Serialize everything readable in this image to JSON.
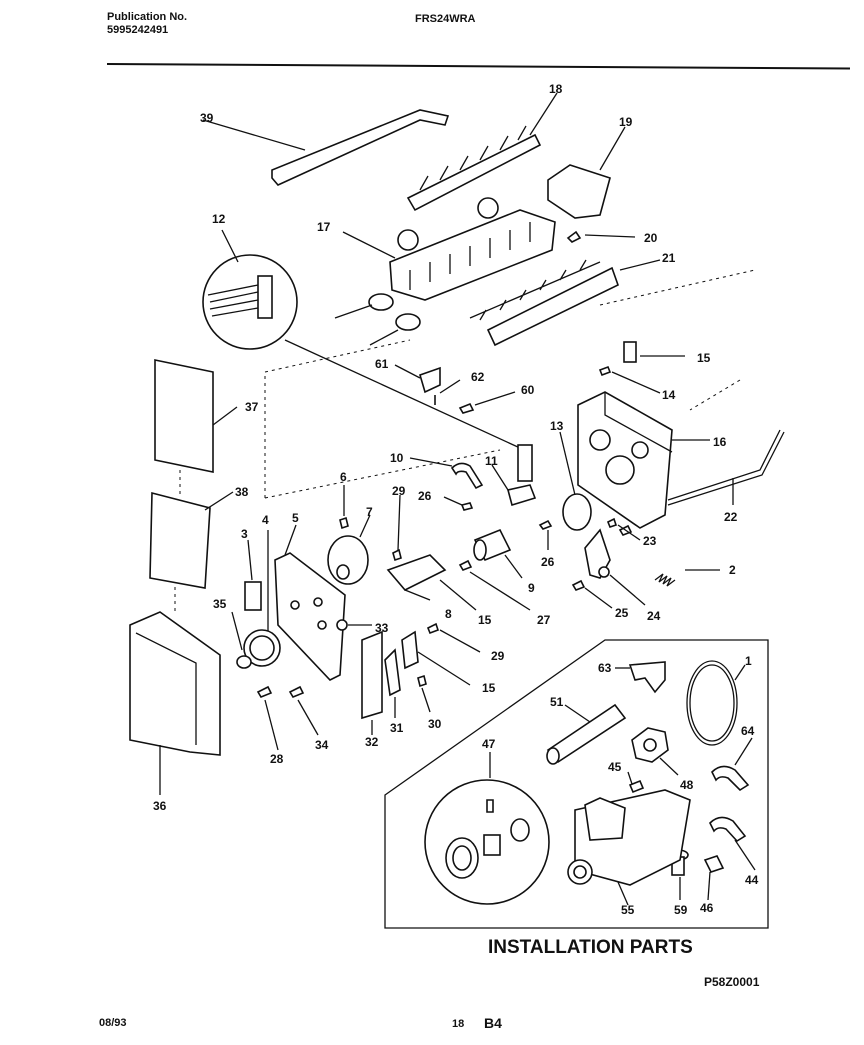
{
  "header": {
    "publication_label": "Publication No.",
    "publication_number": "5995242491",
    "model": "FRS24WRA"
  },
  "diagram": {
    "section_title": "INSTALLATION PARTS",
    "figure_code": "P58Z0001",
    "callouts": {
      "c39": "39",
      "c18": "18",
      "c19": "19",
      "c12": "12",
      "c17": "17",
      "c20": "20",
      "c21": "21",
      "c15a": "15",
      "c61": "61",
      "c62": "62",
      "c60": "60",
      "c14": "14",
      "c37": "37",
      "c13": "13",
      "c16": "16",
      "c6": "6",
      "c10": "10",
      "c11": "11",
      "c38": "38",
      "c29a": "29",
      "c26a": "26",
      "c7": "7",
      "c22": "22",
      "c4": "4",
      "c5": "5",
      "c3": "3",
      "c26b": "26",
      "c23": "23",
      "c2": "2",
      "c9": "9",
      "c35": "35",
      "c8": "8",
      "c15b": "15",
      "c27": "27",
      "c25": "25",
      "c24": "24",
      "c33": "33",
      "c29b": "29",
      "c63": "63",
      "c1": "1",
      "c15c": "15",
      "c51": "51",
      "c28": "28",
      "c34": "34",
      "c32": "32",
      "c31": "31",
      "c30": "30",
      "c64": "64",
      "c47": "47",
      "c48": "48",
      "c45": "45",
      "c36": "36",
      "c44": "44",
      "c55": "55",
      "c59": "59",
      "c46": "46"
    }
  },
  "footer": {
    "date": "08/93",
    "page": "18",
    "code": "B4"
  }
}
